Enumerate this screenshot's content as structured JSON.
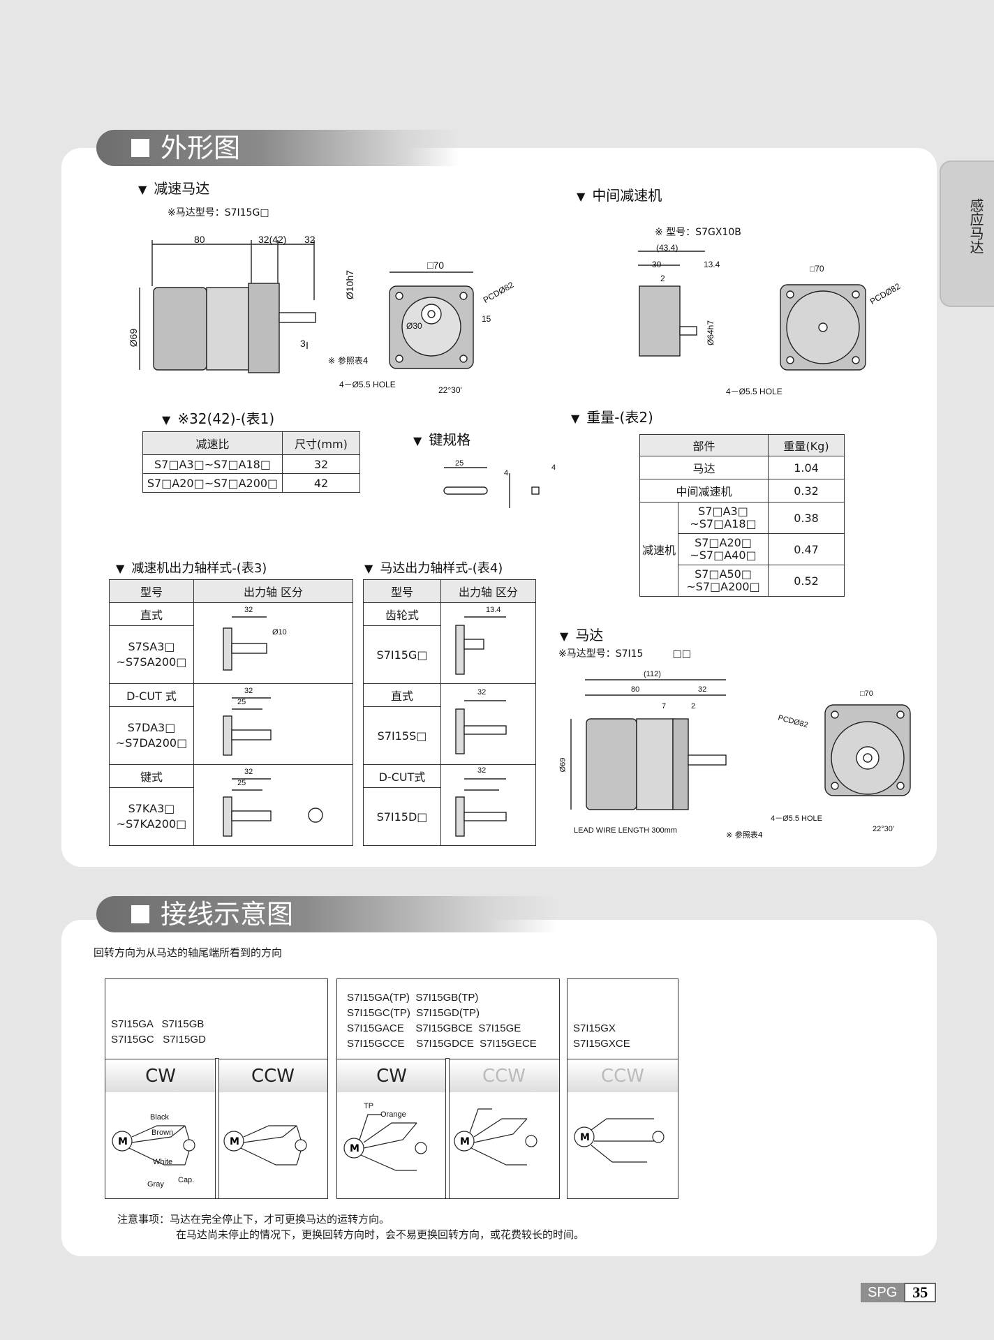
{
  "sections": {
    "outline_title": "外形图",
    "wiring_title": "接线示意图"
  },
  "side_tab": "感应马达",
  "gear_motor": {
    "heading": "减速马达",
    "model_note": "※马达型号：S7I15G□",
    "dims": [
      "80",
      "32(42)",
      "32",
      "Ø10h7",
      "Ø69",
      "3",
      "□70",
      "PCDØ82",
      "Ø30",
      "15",
      "4－Ø5.5 HOLE",
      "22°30'",
      "※ 参照表4"
    ]
  },
  "mid_gearbox": {
    "heading": "中间减速机",
    "model_note": "※ 型号：S7GX10B",
    "dims": [
      "(43.4)",
      "30",
      "13.4",
      "2",
      "Ø64h7",
      "□70",
      "PCDØ82",
      "4－Ø5.5 HOLE"
    ]
  },
  "table1": {
    "heading": "※32(42)-(表1)",
    "headers": [
      "减速比",
      "尺寸(mm)"
    ],
    "rows": [
      [
        "S7□A3□~S7□A18□",
        "32"
      ],
      [
        "S7□A20□~S7□A200□",
        "42"
      ]
    ]
  },
  "key_spec": {
    "heading": "键规格",
    "dims": [
      "25",
      "4",
      "4"
    ]
  },
  "table2": {
    "heading": "重量-(表2)",
    "headers": [
      "部件",
      "重量(Kg)"
    ],
    "rows": [
      {
        "part": "马达",
        "weight": "1.04"
      },
      {
        "part": "中间减速机",
        "weight": "0.32"
      }
    ],
    "group_label": "减速机",
    "group_rows": [
      {
        "l1": "S7□A3□",
        "l2": "~S7□A18□",
        "weight": "0.38"
      },
      {
        "l1": "S7□A20□",
        "l2": "~S7□A40□",
        "weight": "0.47"
      },
      {
        "l1": "S7□A50□",
        "l2": "~S7□A200□",
        "weight": "0.52"
      }
    ]
  },
  "table3": {
    "heading": "减速机出力轴样式-(表3)",
    "headers": [
      "型号",
      "出力轴 区分"
    ],
    "rows": [
      {
        "type": "直式",
        "m1": "S7SA3□",
        "m2": "~S7SA200□",
        "d1": "32",
        "d2": "Ø10"
      },
      {
        "type": "D-CUT 式",
        "m1": "S7DA3□",
        "m2": "~S7DA200□",
        "d1": "32",
        "d2": "25"
      },
      {
        "type": "键式",
        "m1": "S7KA3□",
        "m2": "~S7KA200□",
        "d1": "32",
        "d2": "25"
      }
    ]
  },
  "table4": {
    "heading": "马达出力轴样式-(表4)",
    "headers": [
      "型号",
      "出力轴 区分"
    ],
    "rows": [
      {
        "type": "齿轮式",
        "model": "S7I15G□",
        "d1": "13.4"
      },
      {
        "type": "直式",
        "model": "S7I15S□",
        "d1": "32"
      },
      {
        "type": "D-CUT式",
        "model": "S7I15D□",
        "d1": "32"
      }
    ]
  },
  "motor": {
    "heading": "马达",
    "model_note": "※马达型号：S7I15　　　□□",
    "dims": [
      "(112)",
      "80",
      "32",
      "7",
      "2",
      "Ø69",
      "□70",
      "PCDØ82",
      "4－Ø5.5 HOLE",
      "22°30'"
    ],
    "lead_wire": "LEAD WIRE LENGTH 300mm",
    "ref": "※ 参照表4"
  },
  "wiring": {
    "intro": "回转方向为从马达的轴尾端所看到的方向",
    "box1_models": "S7I15GA   S7I15GB\nS7I15GC   S7I15GD",
    "box2_models": "S7I15GA(TP)  S7I15GB(TP)\nS7I15GC(TP)  S7I15GD(TP)\nS7I15GACE    S7I15GBCE  S7I15GE\nS7I15GCCE    S7I15GDCE  S7I15GECE",
    "box3_models": "S7I15GX\nS7I15GXCE",
    "cw": "CW",
    "ccw": "CCW",
    "wire_labels": {
      "black": "Black",
      "brown": "Brown",
      "white": "White",
      "gray": "Gray",
      "orange": "Orange",
      "tp": "TP",
      "cap": "Cap.",
      "m": "M"
    }
  },
  "notes": {
    "label": "注意事项：",
    "line1": "马达在完全停止下，才可更换马达的运转方向。",
    "line2": "在马达尚未停止的情况下，更换回转方向时，会不易更换回转方向，或花费较长的时间。"
  },
  "page": {
    "brand": "SPG",
    "number": "35"
  }
}
